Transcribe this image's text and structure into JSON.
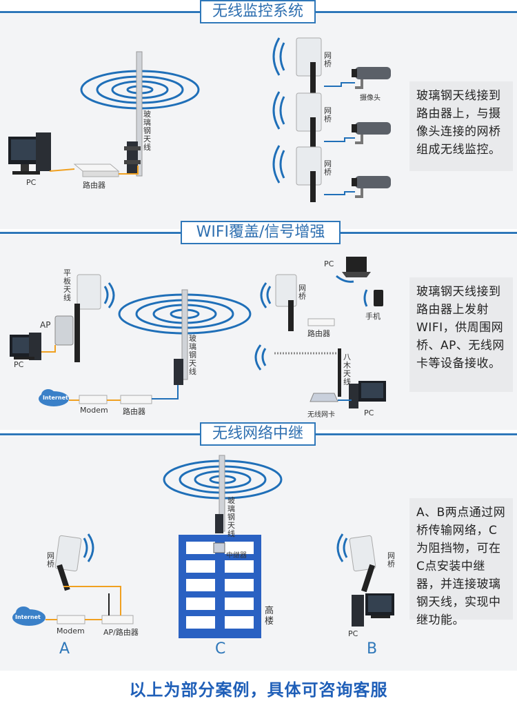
{
  "sections": {
    "s1_title": "无线监控系统",
    "s2_title": "WIFI覆盖/信号增强",
    "s3_title": "无线网络中继"
  },
  "s1": {
    "pc": "PC",
    "router": "路由器",
    "antenna": "玻璃钢天线",
    "bridge": "网桥",
    "camera": "摄像头",
    "note": "玻璃钢天线接到路由器上，与摄像头连接的网桥组成无线监控。"
  },
  "s2": {
    "tablet_antenna": "平板天线",
    "ap": "AP",
    "pc": "PC",
    "internet": "Internet",
    "modem": "Modem",
    "router": "路由器",
    "antenna": "玻璃钢天线",
    "bridge": "网桥",
    "router2": "路由器",
    "laptop_pc": "PC",
    "phone": "手机",
    "yagi": "八木天线",
    "wifi_card": "无线网卡",
    "pc2": "PC",
    "note": "玻璃钢天线接到路由器上发射WIFI，供周围网桥、AP、无线网卡等设备接收。"
  },
  "s3": {
    "bridge_a": "网桥",
    "internet": "Internet",
    "modem": "Modem",
    "ap_router": "AP/路由器",
    "point_a": "A",
    "antenna": "玻璃钢天线",
    "repeater": "中继器",
    "building": "高楼",
    "point_c": "C",
    "bridge_b": "网桥",
    "pc": "PC",
    "point_b": "B",
    "note": "A、B两点通过网桥传输网络，C为阻挡物，可在C点安装中继器，并连接玻璃钢天线，实现中继功能。"
  },
  "footer": "以上为部分案例，具体可咨询客服",
  "colors": {
    "accent": "#2e77b9",
    "cable": "#f0a020",
    "building": "#2a61c2"
  }
}
